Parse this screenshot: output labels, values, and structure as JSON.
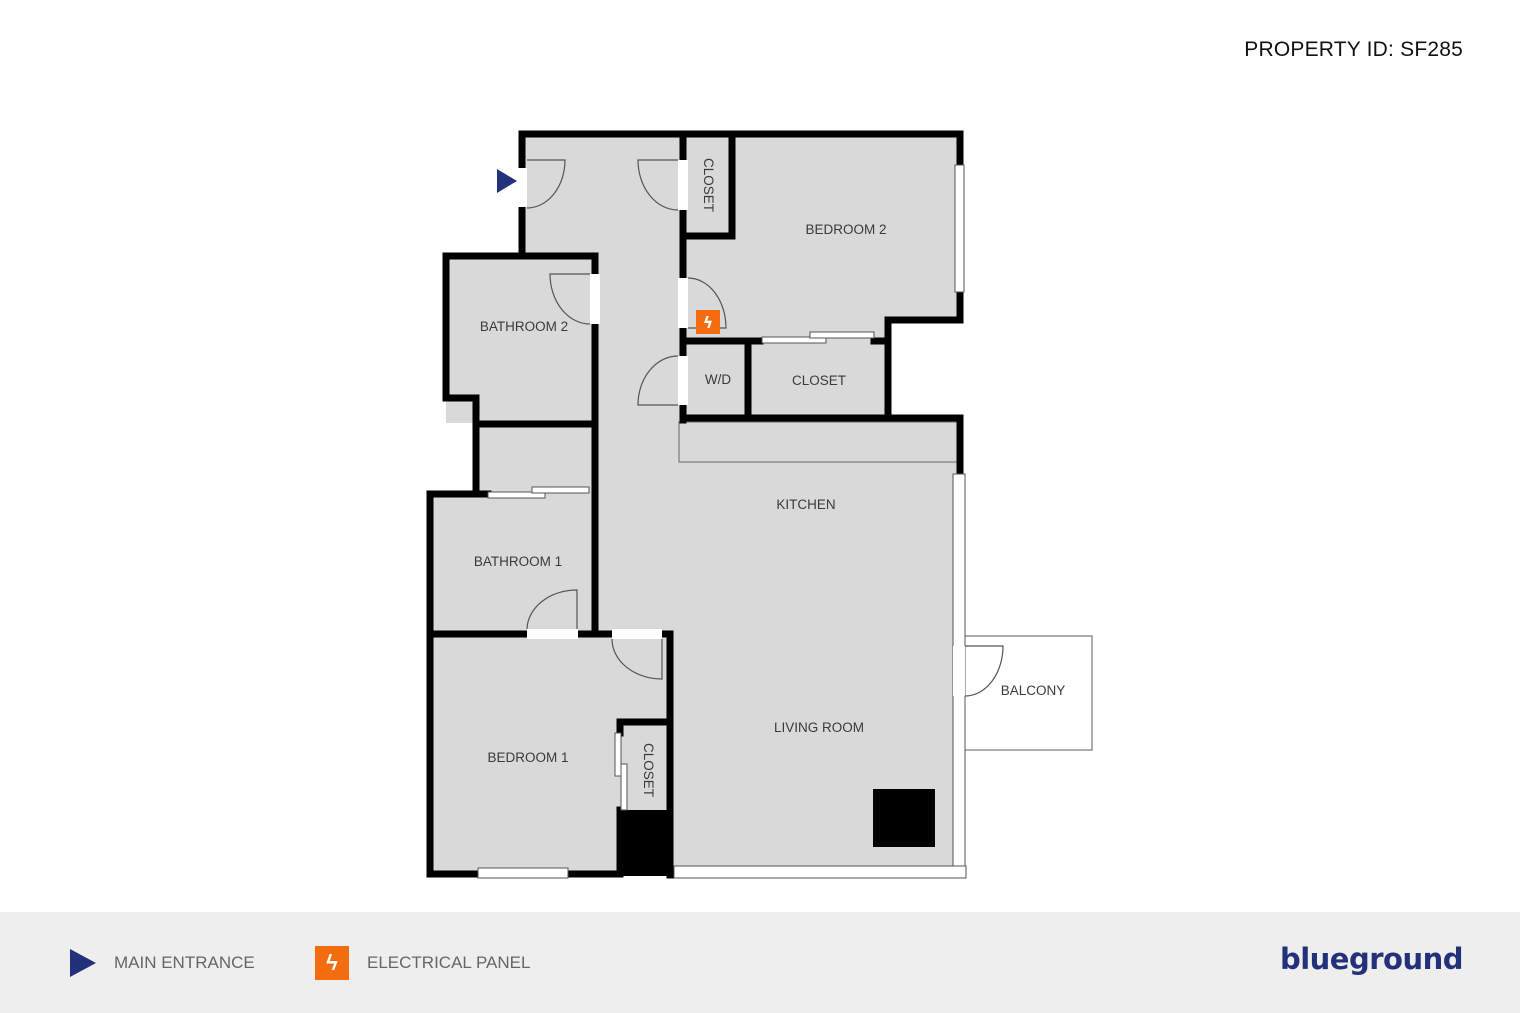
{
  "header": {
    "property_id": "PROPERTY ID: SF285"
  },
  "rooms": {
    "closet_hall": "CLOSET",
    "bedroom2": "BEDROOM 2",
    "bathroom2": "BATHROOM 2",
    "wd": "W/D",
    "closet_bed2": "CLOSET",
    "kitchen": "KITCHEN",
    "bathroom1": "BATHROOM 1",
    "living_room": "LIVING ROOM",
    "balcony": "BALCONY",
    "bedroom1": "BEDROOM 1",
    "closet_bed1": "CLOSET"
  },
  "legend": {
    "items": [
      {
        "icon": "main-entrance-triangle-icon",
        "label": "MAIN ENTRANCE"
      },
      {
        "icon": "electrical-panel-bolt-icon",
        "label": "ELECTRICAL PANEL",
        "glyph": "ϟ"
      }
    ]
  },
  "brand": {
    "logo": "blueground"
  },
  "colors": {
    "floor": "#d9d9d9",
    "wall": "#000000",
    "entrance": "#23307a",
    "electrical": "#f36c10",
    "footer_bg": "#eeeeee",
    "brand": "#23307a"
  }
}
